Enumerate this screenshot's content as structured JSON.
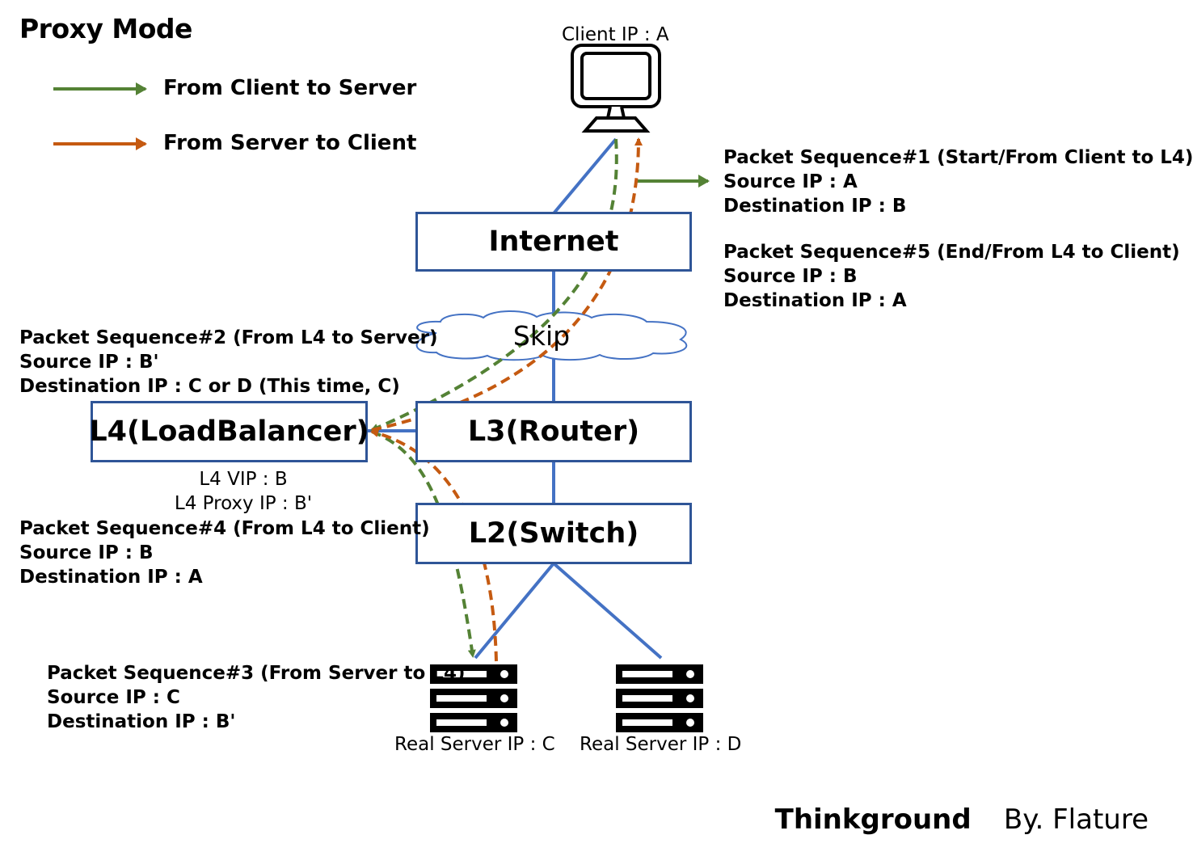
{
  "title": "Proxy Mode",
  "legend": [
    {
      "label": "From Client to Server",
      "color": "#548235"
    },
    {
      "label": "From Server to Client",
      "color": "#c55a11"
    }
  ],
  "client_label": "Client IP : A",
  "nodes": {
    "internet": "Internet",
    "cloud": "Skip",
    "l4": "L4(LoadBalancer)",
    "l3": "L3(Router)",
    "l2": "L2(Switch)"
  },
  "l4_info": {
    "vip": "L4 VIP : B",
    "proxy": "L4 Proxy IP : B'"
  },
  "sequences": {
    "seq1": {
      "title": "Packet Sequence#1 (Start/From Client to L4)",
      "src": "Source IP : A",
      "dst": "Destination IP : B"
    },
    "seq5": {
      "title": "Packet Sequence#5 (End/From L4 to Client)",
      "src": "Source IP : B",
      "dst": "Destination IP : A"
    },
    "seq2": {
      "title": "Packet Sequence#2 (From L4 to Server)",
      "src": "Source IP : B'",
      "dst": "Destination IP : C or D (This time, C)"
    },
    "seq4": {
      "title": "Packet Sequence#4 (From L4 to Client)",
      "src": "Source IP : B",
      "dst": "Destination IP : A"
    },
    "seq3": {
      "title": "Packet Sequence#3 (From Server to L4)",
      "src": "Source IP : C",
      "dst": "Destination IP : B'"
    }
  },
  "servers": [
    {
      "label": "Real Server IP : C"
    },
    {
      "label": "Real Server IP : D"
    }
  ],
  "footer": {
    "brand": "Thinkground",
    "by": "By. Flature"
  },
  "colors": {
    "line": "#4472c4",
    "box": "#2f5597",
    "green": "#548235",
    "orange": "#c55a11"
  }
}
